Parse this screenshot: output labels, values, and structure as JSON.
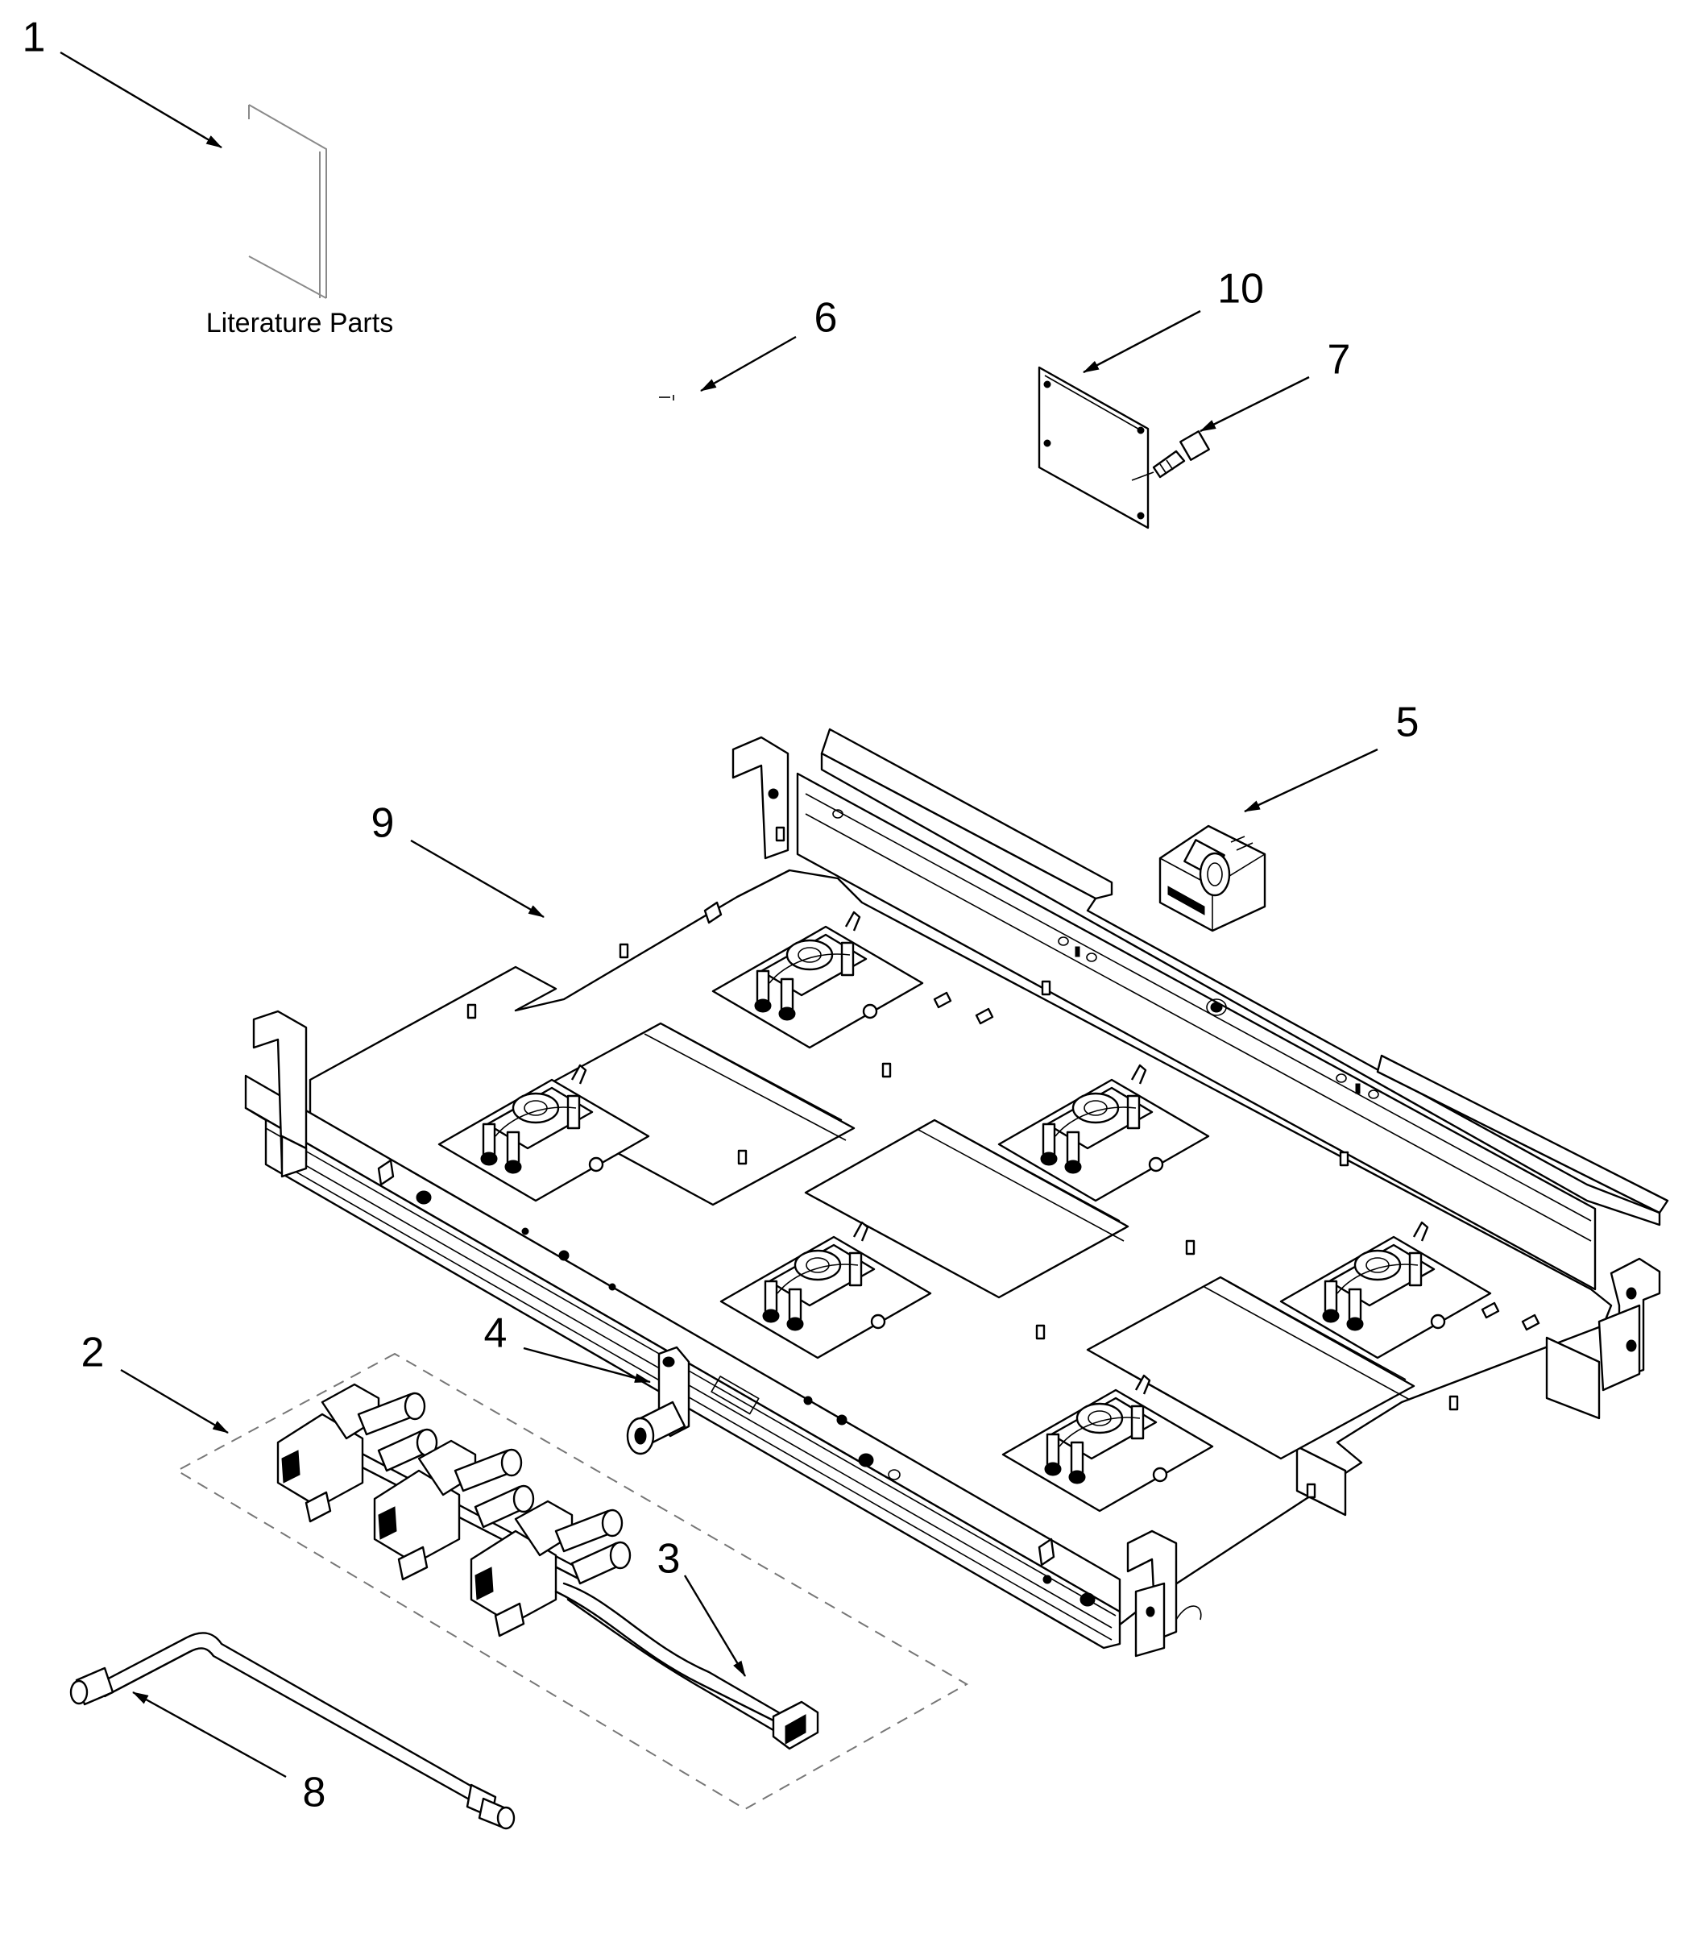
{
  "diagram": {
    "literature_label": "Literature Parts",
    "callouts": [
      {
        "id": "1",
        "label": "1"
      },
      {
        "id": "2",
        "label": "2"
      },
      {
        "id": "3",
        "label": "3"
      },
      {
        "id": "4",
        "label": "4"
      },
      {
        "id": "5",
        "label": "5"
      },
      {
        "id": "6",
        "label": "6"
      },
      {
        "id": "7",
        "label": "7"
      },
      {
        "id": "8",
        "label": "8"
      },
      {
        "id": "9",
        "label": "9"
      },
      {
        "id": "10",
        "label": "10"
      }
    ]
  }
}
